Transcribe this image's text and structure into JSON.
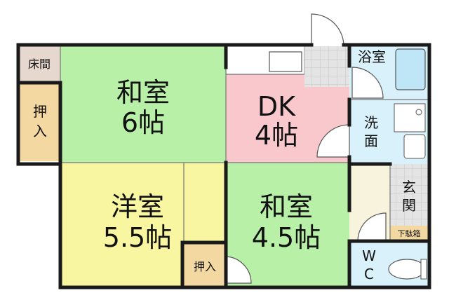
{
  "rooms": {
    "washitsu6": {
      "name": "和室",
      "size": "6帖"
    },
    "dk": {
      "name": "DK",
      "size": "4帖"
    },
    "youshitsu": {
      "name": "洋室",
      "size": "5.5帖"
    },
    "washitsu45": {
      "name": "和室",
      "size": "4.5帖"
    }
  },
  "labels": {
    "tokonoma": "床間",
    "oshiire_left": [
      "押",
      "入"
    ],
    "oshiire_bottom": "押入",
    "bath": "浴室",
    "wash": [
      "洗",
      "面"
    ],
    "entrance": [
      "玄",
      "関"
    ],
    "getabako": "下駄箱",
    "wc": [
      "W",
      "C"
    ]
  },
  "colors": {
    "wall": "#1a1a1a",
    "washitsu": "#b8f0a8",
    "dk": "#f8c8cc",
    "youshitsu": "#f8f6a0",
    "storage": "#f3d8a2",
    "tokonoma": "#e6d7cf",
    "wet_area": "#d9f1fb",
    "tile": "#e2e2e2",
    "entrance_floor": "#f7f3dc"
  }
}
